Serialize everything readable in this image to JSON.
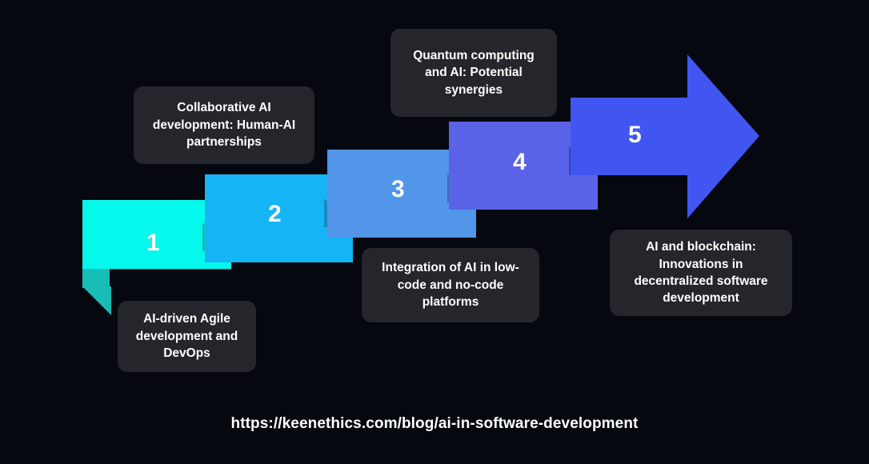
{
  "background_color": "#05080f",
  "card_color": "#24262b",
  "text_color": "#ffffff",
  "footer": {
    "url": "https://keenethics.com/blog/ai-in-software-development"
  },
  "steps": [
    {
      "number": "1",
      "label": "AI-driven Agile development and DevOps",
      "color": "#05f8ec",
      "shadow_color": "#17bdb4",
      "label_position": "below"
    },
    {
      "number": "2",
      "label": "Collaborative AI development: Human-AI partnerships",
      "color": "#15b4f5",
      "shadow_color": "#1789c2",
      "label_position": "above"
    },
    {
      "number": "3",
      "label": "Integration of AI in low-code and no-code platforms",
      "color": "#5196e8",
      "shadow_color": "#3b6fb5",
      "label_position": "below"
    },
    {
      "number": "4",
      "label": "Quantum computing and AI: Potential synergies",
      "color": "#5a63e8",
      "shadow_color": "#3b41b4",
      "label_position": "above"
    },
    {
      "number": "5",
      "label": "AI and blockchain: Innovations in decentralized software development",
      "color": "#4156f0",
      "shadow_color": "#2c3bb8",
      "label_position": "below"
    }
  ]
}
